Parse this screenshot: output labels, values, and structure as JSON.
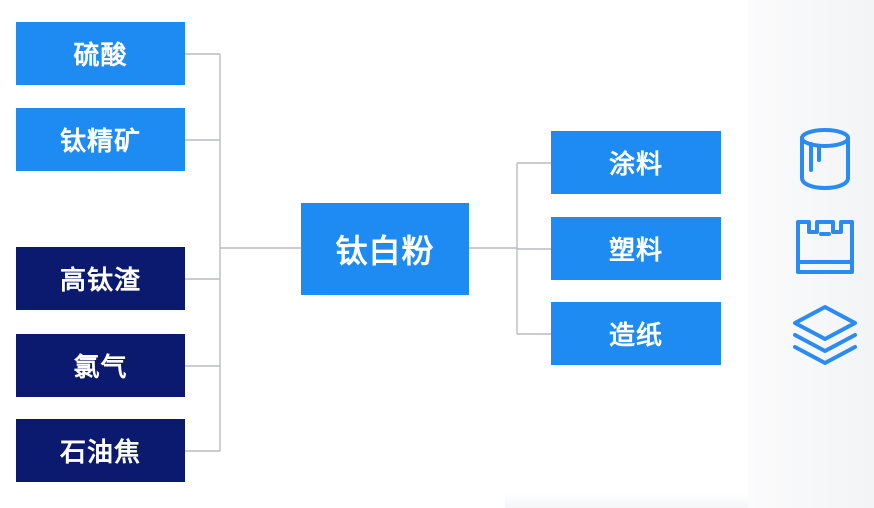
{
  "diagram": {
    "inputs": [
      {
        "label": "硫酸",
        "tone": "light"
      },
      {
        "label": "钛精矿",
        "tone": "light"
      },
      {
        "label": "高钛渣",
        "tone": "dark"
      },
      {
        "label": "氯气",
        "tone": "dark"
      },
      {
        "label": "石油焦",
        "tone": "dark"
      }
    ],
    "center": {
      "label": "钛白粉"
    },
    "outputs": [
      {
        "label": "涂料",
        "icon": "paint-bucket-icon"
      },
      {
        "label": "塑料",
        "icon": "plastic-bag-icon"
      },
      {
        "label": "造纸",
        "icon": "paper-stack-icon"
      }
    ]
  },
  "colors": {
    "primary_blue": "#1e8bf2",
    "dark_navy": "#0b1a6e",
    "connector_gray": "#b9bcc3",
    "icon_blue": "#2a8cf3",
    "text_white": "#ffffff"
  }
}
